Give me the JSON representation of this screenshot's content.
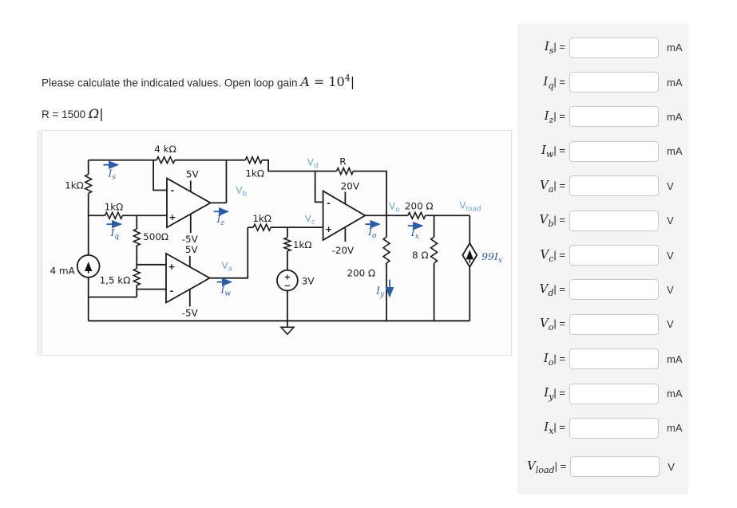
{
  "question": {
    "line1": "Please calculate the indicated values. Open loop gain ",
    "math_a": "A",
    "math_eq": " = 10",
    "math_exp": "4",
    "cursor": "|",
    "line2_prefix": "R = 1500 ",
    "omega": "Ω"
  },
  "circuit": {
    "labels": {
      "r4k": "4 kΩ",
      "r1k_left": "1kΩ",
      "r1k_iq": "1kΩ",
      "r500": "500Ω",
      "r1k5": "1,5 kΩ",
      "i4ma": "4 mA",
      "op1_vp": "5V",
      "op1_vn": "-5V",
      "op2_vp": "5V",
      "op2_vn": "-5V",
      "r1k_top": "1kΩ",
      "r_fb": "R",
      "op3_vp": "20V",
      "op3_vn": "-20V",
      "r1k_vc": "1kΩ",
      "r1k_3v": "1kΩ",
      "v3": "3V",
      "r200_h": "200 Ω",
      "r200_v": "200 Ω",
      "r8": "8 Ω"
    },
    "signs": {
      "plus": "+",
      "minus": "-",
      "src_plus": "+",
      "src_minus": "−"
    },
    "currents": {
      "is": {
        "base": "I",
        "sub": "s"
      },
      "iq": {
        "base": "I",
        "sub": "q"
      },
      "iz": {
        "base": "I",
        "sub": "z"
      },
      "iw": {
        "base": "I",
        "sub": "w"
      },
      "io": {
        "base": "I",
        "sub": "o"
      },
      "ix": {
        "base": "I",
        "sub": "x"
      },
      "iy": {
        "base": "I",
        "sub": "y"
      }
    },
    "voltages": {
      "va": {
        "base": "V",
        "sub": "a"
      },
      "vb": {
        "base": "V",
        "sub": "b"
      },
      "vc": {
        "base": "V",
        "sub": "c"
      },
      "vd": {
        "base": "V",
        "sub": "d"
      },
      "vo": {
        "base": "V",
        "sub": "o"
      },
      "vload": {
        "base": "V",
        "sub": "load"
      }
    },
    "dep_source": {
      "base": "99I",
      "sub": "x"
    },
    "colors": {
      "wire": "#1a1a1a",
      "current_blue": "#2a5caa",
      "voltage_blue": "#6fa3d8"
    }
  },
  "answers": {
    "rows": [
      {
        "base": "I",
        "sub": "s",
        "eq": "| =",
        "unit": "mA"
      },
      {
        "base": "I",
        "sub": "q",
        "eq": "| =",
        "unit": "mA"
      },
      {
        "base": "I",
        "sub": "z",
        "eq": "| =",
        "unit": "mA"
      },
      {
        "base": "I",
        "sub": "w",
        "eq": "| =",
        "unit": "mA"
      },
      {
        "base": "V",
        "sub": "a",
        "eq": "| =",
        "unit": "V"
      },
      {
        "base": "V",
        "sub": "b",
        "eq": "| =",
        "unit": "V"
      },
      {
        "base": "V",
        "sub": "c",
        "eq": "| =",
        "unit": "V"
      },
      {
        "base": "V",
        "sub": "d",
        "eq": "| =",
        "unit": "V"
      },
      {
        "base": "V",
        "sub": "o",
        "eq": "| =",
        "unit": "V"
      },
      {
        "base": "I",
        "sub": "o",
        "eq": "| =",
        "unit": "mA"
      },
      {
        "base": "I",
        "sub": "y",
        "eq": "| =",
        "unit": "mA"
      },
      {
        "base": "I",
        "sub": "x",
        "eq": "| =",
        "unit": "mA"
      },
      {
        "base": "V",
        "sub": "load",
        "eq": "| =",
        "unit": "V"
      }
    ]
  }
}
